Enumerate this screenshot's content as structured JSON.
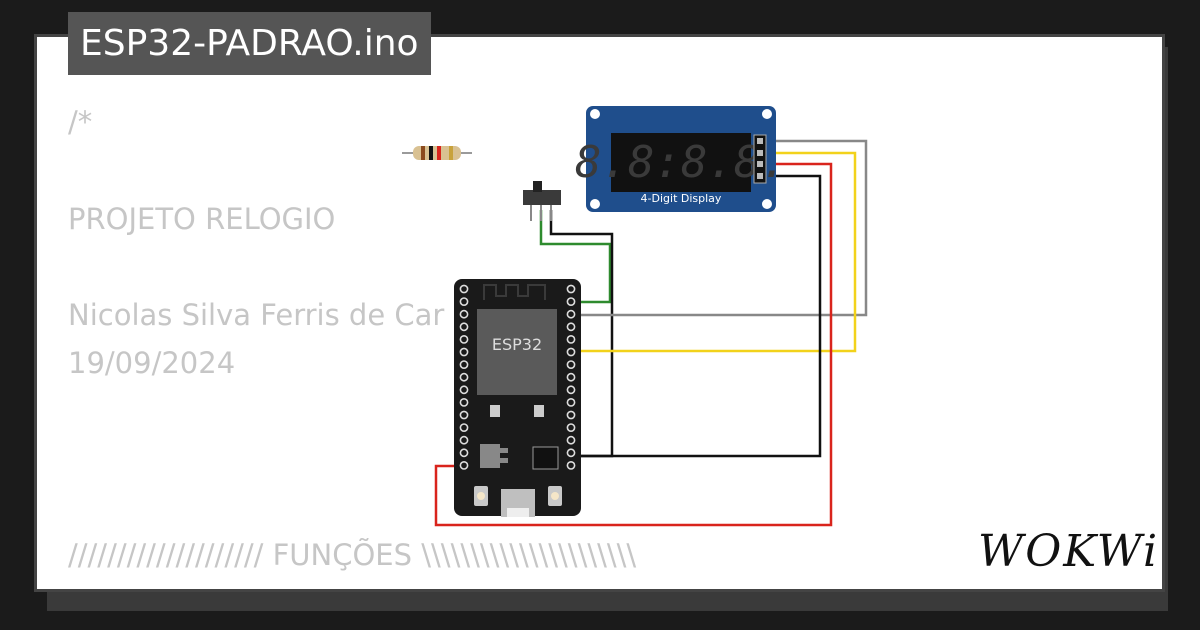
{
  "window": {
    "title": "ESP32-PADRAO.ino"
  },
  "code": {
    "lines": [
      "/*",
      "PROJETO RELOGIO",
      "Nicolas Silva Ferris de Car",
      "19/09/2024",
      "////////////////////   FUNÇÕES   \\\\\\\\\\\\\\\\\\\\\\\\\\\\\\\\\\\\\\\\\\\\"
    ]
  },
  "board": {
    "chip_label": "ESP32"
  },
  "display": {
    "label": "4-Digit Display",
    "digits": "8.8:8.8."
  },
  "brand": {
    "logo_text": "WOKWi"
  },
  "colors": {
    "wire_green": "#2e8b2e",
    "wire_black": "#111111",
    "wire_gray": "#888888",
    "wire_yellow": "#f2d21b",
    "wire_red": "#d9241c",
    "display_body": "#1f4e8c",
    "board_body": "#1a1a1a"
  }
}
